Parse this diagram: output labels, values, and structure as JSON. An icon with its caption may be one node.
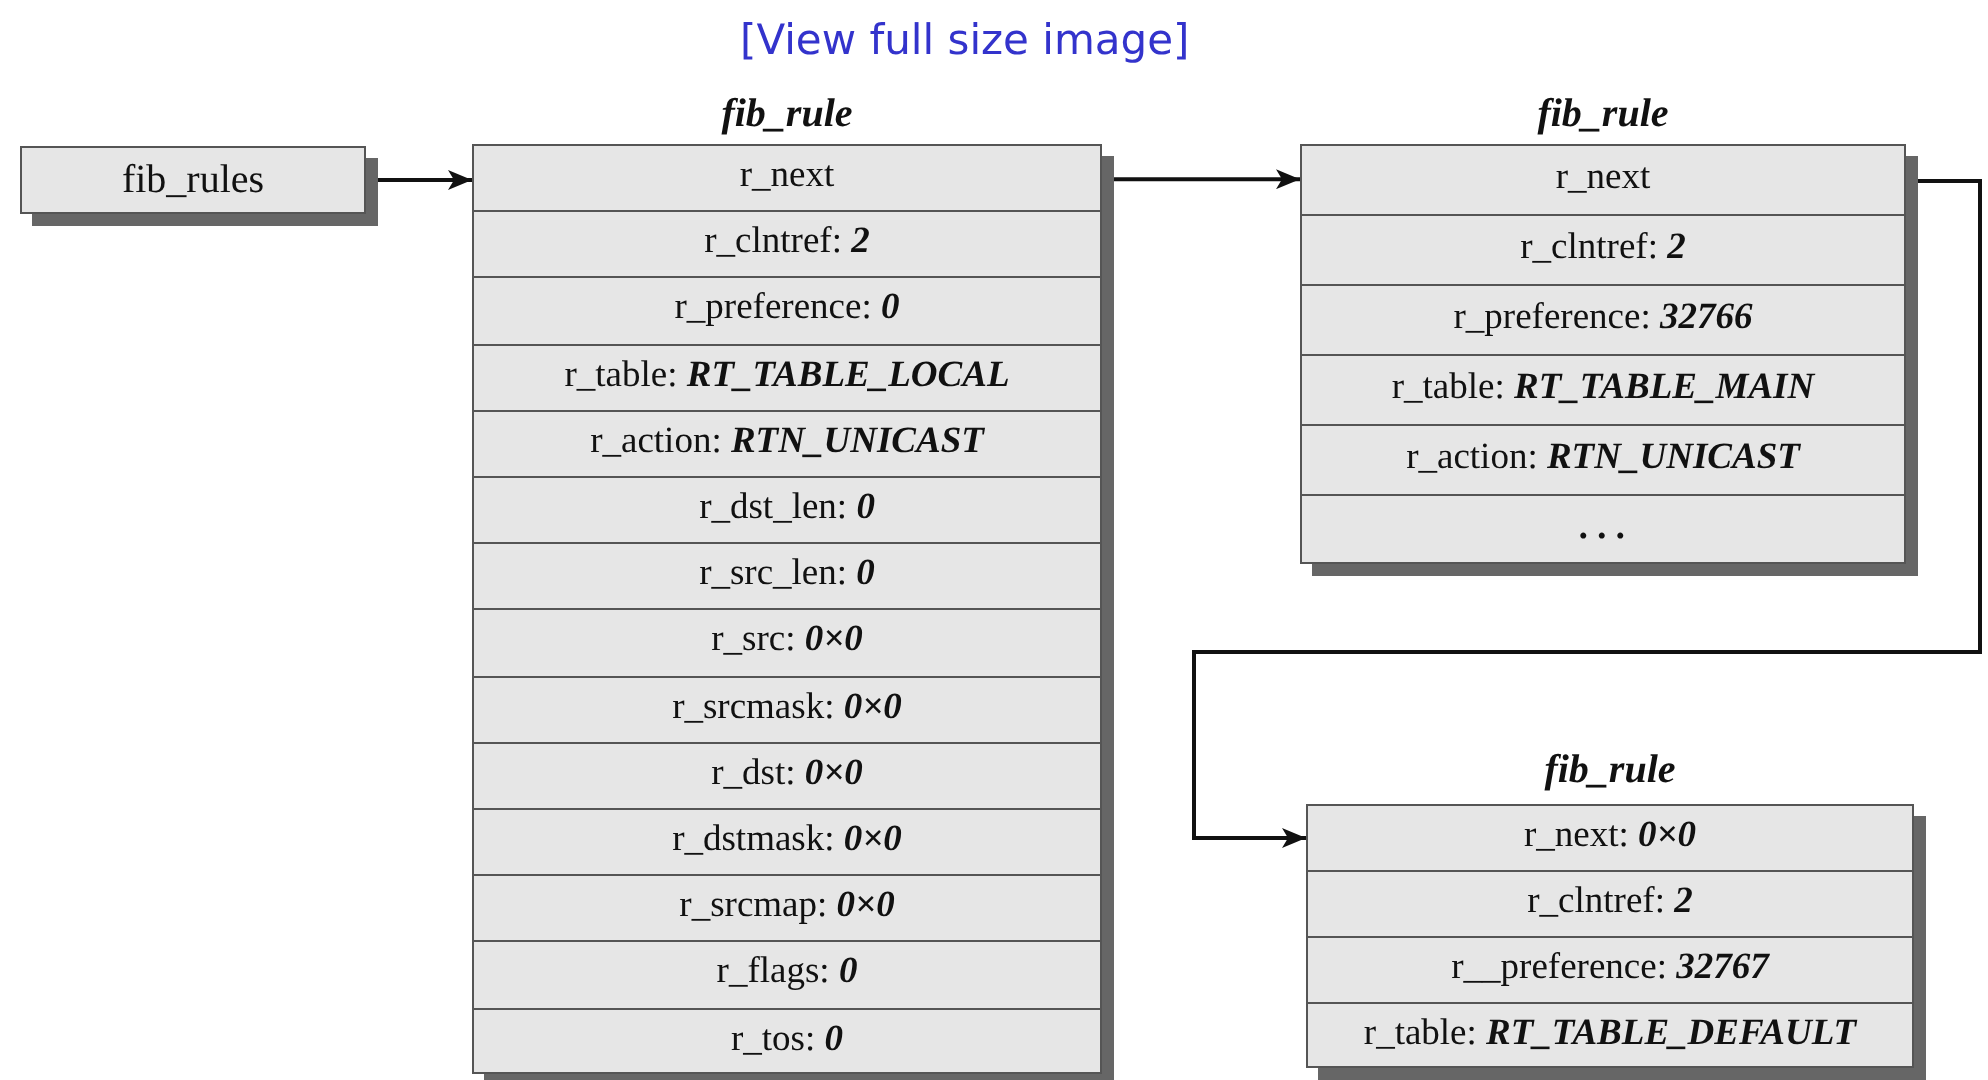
{
  "diagram": {
    "nodes": [
      {
        "text": [
          "fib_rules"
        ]
      },
      {
        "text": [
          "fib_rule"
        ]
      },
      {
        "text": [
          "r_next"
        ],
        "in": 1
      },
      {
        "text": [
          "r_clntref: **2**"
        ],
        "in": 1
      },
      {
        "text": [
          "r_preference: **0**"
        ],
        "in": 1
      },
      {
        "text": [
          "r_table: **RT_TABLE_LOCAL**"
        ],
        "in": 1
      },
      {
        "text": [
          "r_action: **RTN_UNICAST**"
        ],
        "in": 1
      },
      {
        "text": [
          "r_dst_len: **0**"
        ],
        "in": 1
      },
      {
        "text": [
          "r_src_len: **0**"
        ],
        "in": 1
      },
      {
        "text": [
          "r_src: **0×0**"
        ],
        "in": 1
      },
      {
        "text": [
          "r_srcmask: **0×0**"
        ],
        "in": 1
      },
      {
        "text": [
          "r_dst: **0×0**"
        ],
        "in": 1
      },
      {
        "text": [
          "r_dstmask: **0×0**"
        ],
        "in": 1
      },
      {
        "text": [
          "r_srcmap: **0×0**"
        ],
        "in": 1
      },
      {
        "text": [
          "r_flags: **0**"
        ],
        "in": 1
      },
      {
        "text": [
          "r_tos: **0**"
        ],
        "in": 1
      },
      {
        "text": [
          "fib_rule"
        ]
      },
      {
        "text": [
          "r_next"
        ],
        "in": 16
      },
      {
        "text": [
          "r_clntref: **2**"
        ],
        "in": 16
      },
      {
        "text": [
          "r_preference: **32766**"
        ],
        "in": 16
      },
      {
        "text": [
          "r_table: **RT_TABLE_MAIN**"
        ],
        "in": 16
      },
      {
        "text": [
          "r_action: **RTN_UNICAST**"
        ],
        "in": 16
      },
      {
        "text": [
          "**. . .**"
        ],
        "in": 16
      },
      {
        "text": [
          "fib_rule"
        ]
      },
      {
        "text": [
          "r_next: **0×0**"
        ],
        "in": 23
      },
      {
        "text": [
          "r_clntref: **2**"
        ],
        "in": 23
      },
      {
        "text": [
          "r__preference: **32767**"
        ],
        "in": 23
      },
      {
        "text": [
          "r_table: **RT_TABLE_DEFAULT**"
        ],
        "in": 23
      }
    ],
    "edges": [
      {
        "from": 0,
        "to": 1,
        "arrow": "to"
      },
      {
        "from": 2,
        "to": 16,
        "arrow": "to"
      },
      {
        "from": 17,
        "to": 23,
        "arrow": "to"
      }
    ],
    "labels": [
      "[View full size image]"
    ]
  }
}
